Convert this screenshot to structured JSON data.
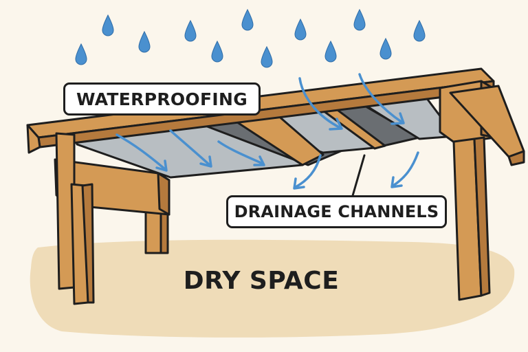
{
  "labels": {
    "waterproofing": "WATERPROOFING",
    "drainage_channels": "DRAINAGE CHANNELS",
    "dry_space": "DRY SPACE"
  },
  "colors": {
    "background": "#fbf6ec",
    "ground": "#efdcb8",
    "wood": "#d49a55",
    "wood_dark": "#b57a3d",
    "membrane_light": "#b8bec2",
    "membrane_dark": "#6a6e72",
    "water": "#4a90cf",
    "outline": "#1e1e1e"
  },
  "icons": [
    "raindrop-icon",
    "flow-arrow-icon"
  ]
}
